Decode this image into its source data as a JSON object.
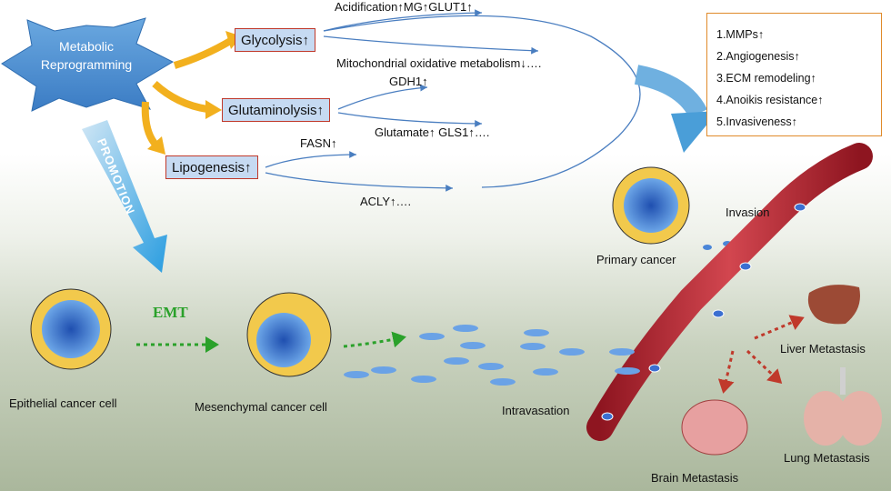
{
  "hub": {
    "line1": "Metabolic",
    "line2": "Reprogramming"
  },
  "promotion": "PROMOTION",
  "emt": "EMT",
  "pathways": {
    "glycolysis": "Glycolysis↑",
    "glutaminolysis": "Glutaminolysis↑",
    "lipogenesis": "Lipogenesis↑"
  },
  "effects": {
    "acidification": "Acidification↑MG↑GLUT1↑",
    "mito": "Mitochondrial oxidative metabolism↓….",
    "gdh1": "GDH1↑",
    "glutamate": "Glutamate↑ GLS1↑….",
    "fasn": "FASN↑",
    "acly": "ACLY↑…."
  },
  "legend": {
    "items": [
      "1.MMPs↑",
      "2.Angiogenesis↑",
      "3.ECM remodeling↑",
      "4.Anoikis resistance↑",
      "5.Invasiveness↑"
    ]
  },
  "labels": {
    "primary": "Primary cancer",
    "invasion": "Invasion",
    "epithelial": "Epithelial cancer cell",
    "mesenchymal": "Mesenchymal cancer cell",
    "intravasation": "Intravasation",
    "liver": "Liver Metastasis",
    "lung": "Lung Metastasis",
    "brain": "Brain Metastasis"
  },
  "colors": {
    "box_fill": "#c6daf2",
    "box_border": "#c0392b",
    "hub": "#5a9bd5",
    "arrow_orange": "#f2b01e",
    "dotted_green": "#2aa12a",
    "dotted_red": "#c0392b",
    "vessel": "#b3202a"
  }
}
